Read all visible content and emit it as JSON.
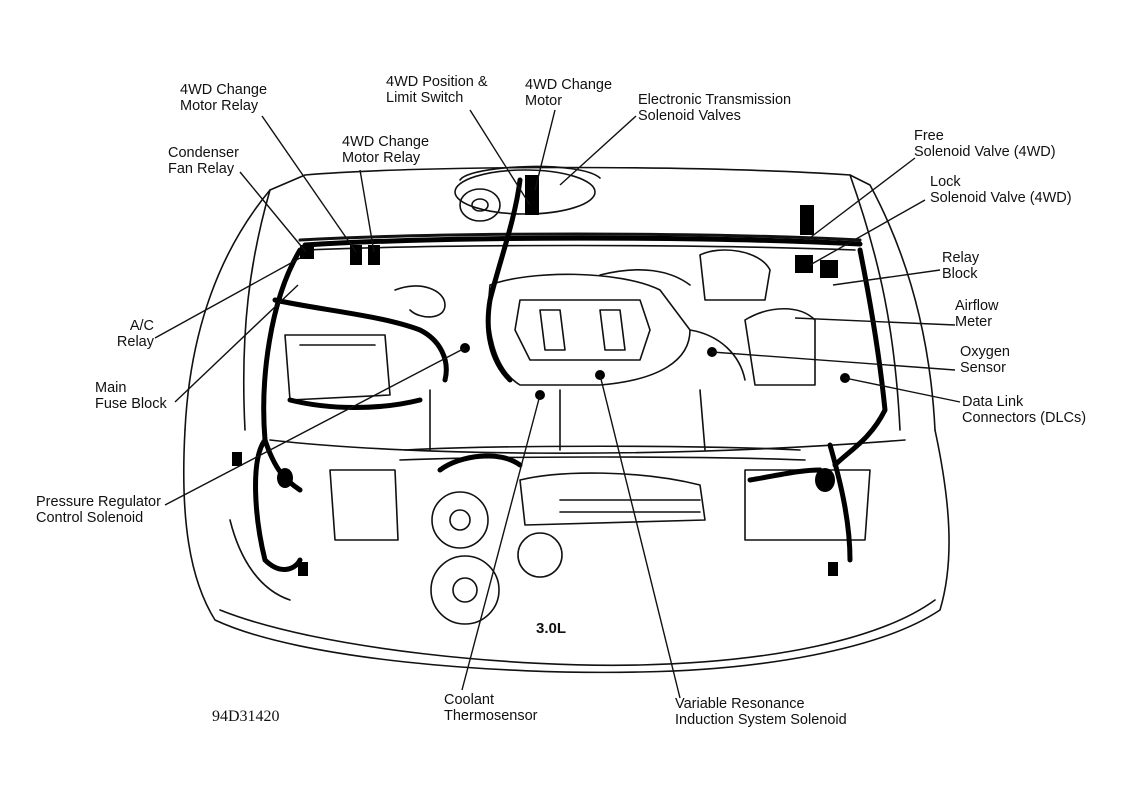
{
  "colors": {
    "ink": "#111111",
    "paper": "#ffffff"
  },
  "labels": {
    "4wd_change_motor_relay_a": [
      "4WD Change",
      "Motor Relay"
    ],
    "condenser_fan_relay": [
      "Condenser",
      "Fan Relay"
    ],
    "4wd_change_motor_relay_b": [
      "4WD Change",
      "Motor Relay"
    ],
    "4wd_position_limit_switch": [
      "4WD Position &",
      "Limit Switch"
    ],
    "4wd_change_motor": [
      "4WD Change",
      "Motor"
    ],
    "electronic_transmission_solenoid_valves": [
      "Electronic Transmission",
      "Solenoid Valves"
    ],
    "free_solenoid_valve": [
      "Free",
      "Solenoid Valve (4WD)"
    ],
    "lock_solenoid_valve": [
      "Lock",
      "Solenoid Valve (4WD)"
    ],
    "relay_block": [
      "Relay",
      "Block"
    ],
    "airflow_meter": [
      "Airflow",
      "Meter"
    ],
    "oxygen_sensor": [
      "Oxygen",
      "Sensor"
    ],
    "data_link_connectors": [
      "Data Link",
      "Connectors (DLCs)"
    ],
    "ac_relay": [
      "A/C",
      "Relay"
    ],
    "main_fuse_block": [
      "Main",
      "Fuse Block"
    ],
    "pressure_regulator_control_solenoid": [
      "Pressure Regulator",
      "Control Solenoid"
    ],
    "coolant_thermosensor": [
      "Coolant",
      "Thermosensor"
    ],
    "variable_resonance_induction_system_solenoid": [
      "Variable Resonance",
      "Induction System Solenoid"
    ]
  },
  "engine_size": "3.0L",
  "figure_code": "94D31420"
}
